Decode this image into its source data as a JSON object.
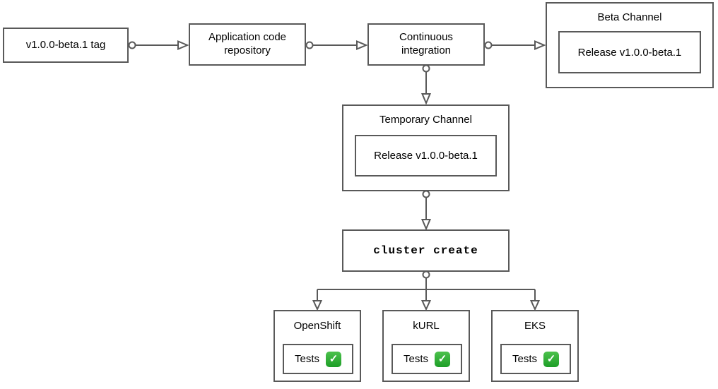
{
  "colors": {
    "stroke": "#595959",
    "check_green": "#2aa733",
    "text": "#000000",
    "background": "#ffffff"
  },
  "nodes": {
    "tag": {
      "label": "v1.0.0-beta.1 tag"
    },
    "repo": {
      "label": "Application code repository"
    },
    "ci": {
      "label": "Continuous integration"
    },
    "beta": {
      "title": "Beta Channel",
      "release": "Release v1.0.0-beta.1"
    },
    "temp": {
      "title": "Temporary Channel",
      "release": "Release v1.0.0-beta.1"
    },
    "cluster": {
      "label": "cluster create"
    },
    "openshift": {
      "title": "OpenShift",
      "tests_label": "Tests",
      "check_icon": "✓"
    },
    "kurl": {
      "title": "kURL",
      "tests_label": "Tests",
      "check_icon": "✓"
    },
    "eks": {
      "title": "EKS",
      "tests_label": "Tests",
      "check_icon": "✓"
    }
  }
}
